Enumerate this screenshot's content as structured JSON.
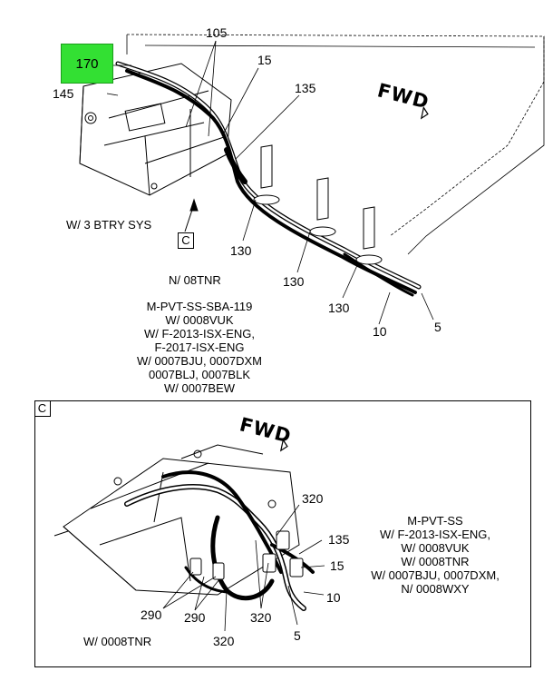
{
  "callouts": {
    "main": [
      "170",
      "145",
      "105",
      "15",
      "135",
      "130",
      "130",
      "130",
      "10",
      "5"
    ],
    "detail": [
      "320",
      "135",
      "15",
      "10",
      "290",
      "290",
      "320",
      "320",
      "5"
    ]
  },
  "fwd_top": "FWD",
  "fwd_detail": "FWD",
  "view_ref": "C",
  "detail_label": "C",
  "main_notes": {
    "battery": "W/ 3 BTRY SYS",
    "n08tnr": "N/ 08TNR",
    "block": [
      "M-PVT-SS-SBA-119",
      "W/ 0008VUK",
      "W/ F-2013-ISX-ENG,",
      "F-2017-ISX-ENG",
      "W/ 0007BJU, 0007DXM",
      "0007BLJ, 0007BLK",
      "W/ 0007BEW"
    ]
  },
  "detail_notes": {
    "block": [
      "M-PVT-SS",
      "W/ F-2013-ISX-ENG,",
      "W/ 0008VUK",
      "W/ 0008TNR",
      "W/ 0007BJU, 0007DXM,",
      "N/ 0008WXY"
    ],
    "bottom": "W/ 0008TNR"
  },
  "colors": {
    "highlight": "#33e033"
  }
}
